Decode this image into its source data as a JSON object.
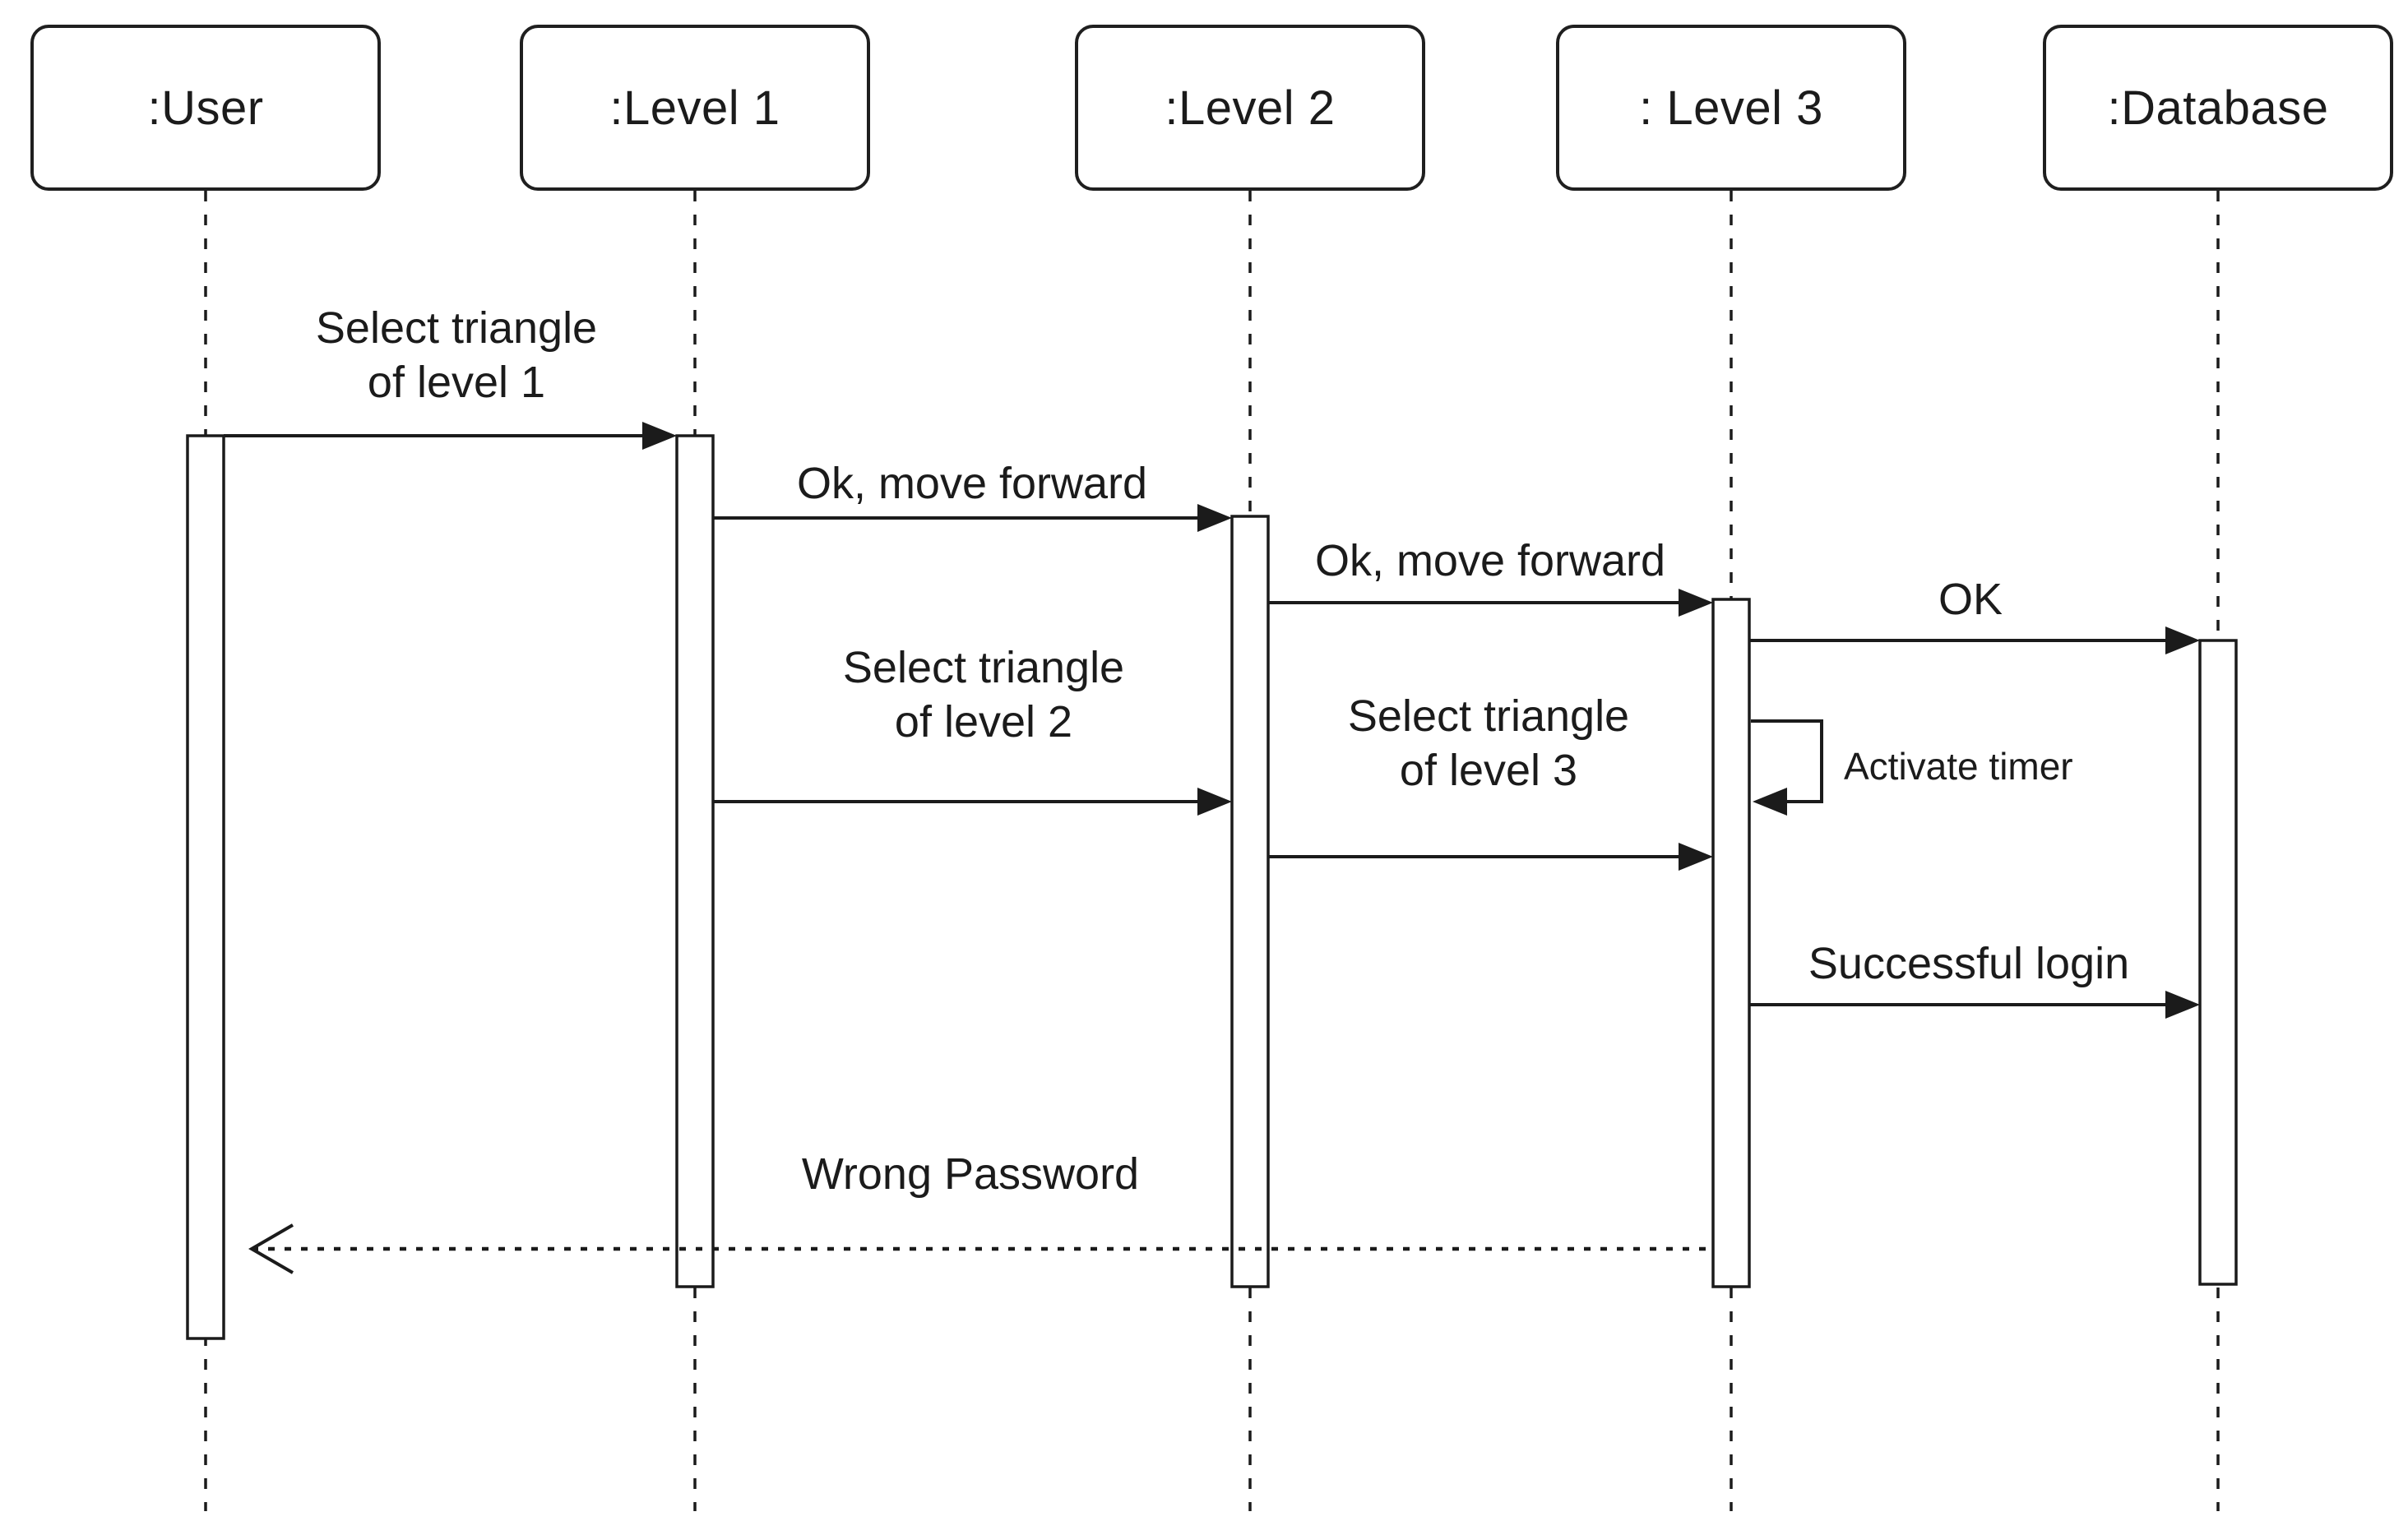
{
  "diagram": {
    "kind": "uml-sequence-diagram"
  },
  "actors": [
    {
      "label": ":User"
    },
    {
      "label": ":Level 1"
    },
    {
      "label": ":Level 2"
    },
    {
      "label": ": Level 3"
    },
    {
      "label": ":Database"
    }
  ],
  "messages": [
    {
      "from": ":User",
      "to": ":Level 1",
      "style": "solid-filled-arrow",
      "lines": [
        "Select triangle",
        "of level 1"
      ]
    },
    {
      "from": ":Level 1",
      "to": ":Level 2",
      "style": "solid-filled-arrow",
      "lines": [
        "Ok, move forward"
      ]
    },
    {
      "from": ":Level 2",
      "to": ": Level 3",
      "style": "solid-filled-arrow",
      "lines": [
        "Ok, move forward"
      ]
    },
    {
      "from": ": Level 3",
      "to": ":Database",
      "style": "solid-filled-arrow",
      "lines": [
        "OK"
      ]
    },
    {
      "from": ":Level 1",
      "to": ":Level 2",
      "style": "solid-filled-arrow",
      "lines": [
        "Select triangle",
        "of level 2"
      ]
    },
    {
      "from": ": Level 3",
      "to": ": Level 3",
      "style": "self-message-loop",
      "lines": [
        "Activate timer"
      ]
    },
    {
      "from": ":Level 2",
      "to": ": Level 3",
      "style": "solid-filled-arrow",
      "lines": [
        "Select triangle",
        "of level 3"
      ]
    },
    {
      "from": ": Level 3",
      "to": ":Database",
      "style": "solid-filled-arrow",
      "lines": [
        "Successful login"
      ]
    },
    {
      "from": ": Level 3",
      "to": ":User",
      "style": "dotted-open-arrow",
      "lines": [
        "Wrong Password"
      ]
    }
  ],
  "colors": {
    "line": "#1b1b1b",
    "text": "#1b1b1b",
    "box_fill": "#ffffff",
    "background": "#ffffff"
  }
}
